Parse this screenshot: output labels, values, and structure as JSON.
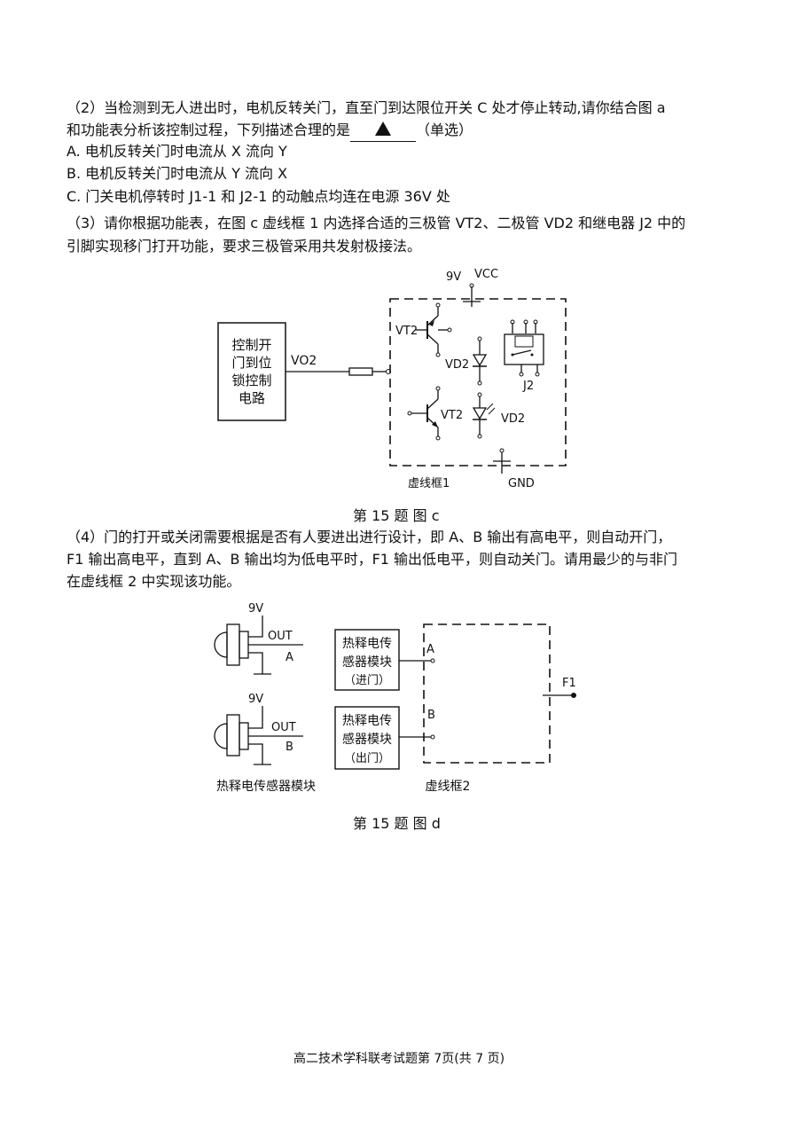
{
  "q2": {
    "line1": "（2）当检测到无人进出时，电机反转关门，直至门到达限位开关 C 处才停止转动,请你结合图 a",
    "line2_text": "和功能表分析该控制过程，下列描述合理的是",
    "line2_suffix": "（单选）",
    "optionA": "A. 电机反转关门时电流从 X 流向 Y",
    "optionB": "B. 电机反转关门时电流从 Y 流向 X",
    "optionC": "C. 门关电机停转时 J1-1 和 J2-1 的动触点均连在电源 36V 处"
  },
  "q3": {
    "line1": "（3）请你根据功能表，在图 c 虚线框 1 内选择合适的三极管 VT2、二极管 VD2 和继电器 J2 中的",
    "line2": "引脚实现移门打开功能，要求三极管采用共发射极接法。"
  },
  "figure_c": {
    "caption": "第 15 题  图 c",
    "control_box_lines": [
      "控制开",
      "门到位",
      "锁控制",
      "电路"
    ],
    "vo2": "VO2",
    "vcc": "VCC",
    "nine_v": "9V",
    "gnd": "GND",
    "vt2_a": "VT2",
    "vt2_b": "VT2",
    "vd2_a": "VD2",
    "vd2_b": "VD2",
    "j2": "J2",
    "frame_label": "虚线框1"
  },
  "q4": {
    "line1": "（4）门的打开或关闭需要根据是否有人要进出进行设计，即 A、B 输出有高电平，则自动开门，",
    "line2": "F1 输出高电平，直到 A、B 输出均为低电平时，F1 输出低电平，则自动关门。请用最少的与非门",
    "line3": "在虚线框 2 中实现该功能。"
  },
  "figure_d": {
    "caption": "第 15 题  图 d",
    "nine_v_a": "9V",
    "out_a": "OUT",
    "label_a": "A",
    "nine_v_b": "9V",
    "out_b": "OUT",
    "label_b": "B",
    "sensor_label": "热释电传感器模块",
    "module1_lines": [
      "热释电传",
      "感器模块",
      "（进门）"
    ],
    "module2_lines": [
      "热释电传",
      "感器模块",
      "（出门）"
    ],
    "in_a": "A",
    "in_b": "B",
    "f1": "F1",
    "frame_label": "虚线框2"
  },
  "footer": "高二技术学科联考试题第 7页(共 7 页)"
}
